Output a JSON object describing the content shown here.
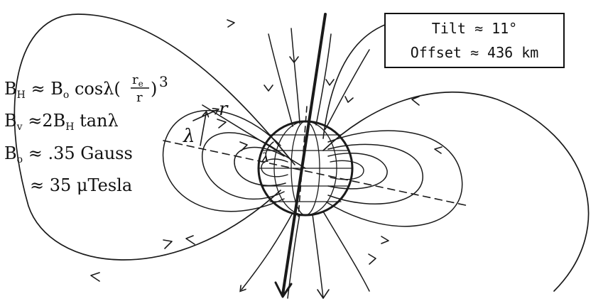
{
  "info_box": {
    "tilt": "Tilt ≈ 11°",
    "offset": "Offset ≈ 436 km"
  },
  "equations": {
    "bh_lhs": "B",
    "bh_sub": "H",
    "bh_rhs": " ≈ B",
    "bh_o": "o",
    "bh_cos": " cosλ(",
    "bh_frac_num": "r",
    "bh_frac_num_sub": "e",
    "bh_frac_den": "r",
    "bh_close": ")",
    "bh_pow": "3",
    "bv_lhs": "B",
    "bv_sub": "v",
    "bv_rhs": " ≈2B",
    "bv_sub2": "H",
    "bv_tan": " tanλ",
    "b0_lhs": "B",
    "b0_sub": "o",
    "b0_rhs": " ≈ .35 Gauss",
    "tesla": "≈ 35 μTesla"
  },
  "labels": {
    "lambda": "λ",
    "r": "r",
    "lambda_small": "λ"
  }
}
